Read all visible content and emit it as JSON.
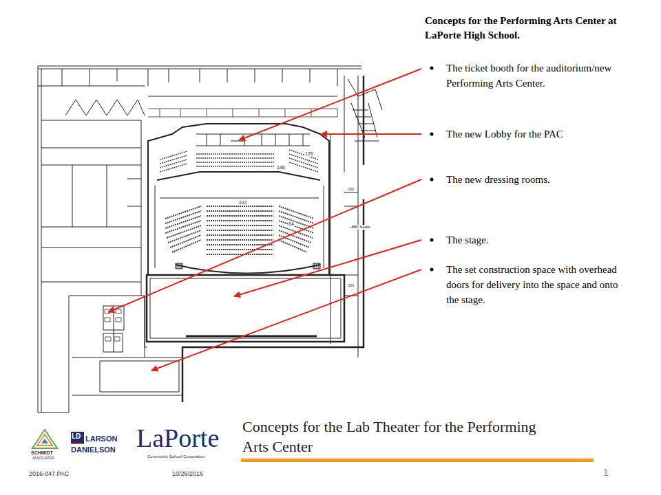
{
  "diagram": {
    "title": "Concepts for the Lab Theater for the Performing Arts Center",
    "labels": [
      "Concepts for the Performing Arts Center at LaPorte High School.",
      "The ticket booth for the auditorium/new  Performing Arts Center.",
      "The new Lobby for the PAC",
      "The new dressing rooms.",
      "The stage.",
      "The set construction space with overhead doors for delivery into the space and onto the stage.",
      "222",
      "148",
      "126",
      "64",
      "~886 Seats",
      "DN",
      "DN",
      "SCHMIDT",
      "ASSOCIATES",
      "LARSON",
      "DANIELSON",
      "LD",
      "LaPorte",
      "Community School Corporation",
      "2016-047.PAC",
      "10/26/2016",
      "1"
    ]
  }
}
